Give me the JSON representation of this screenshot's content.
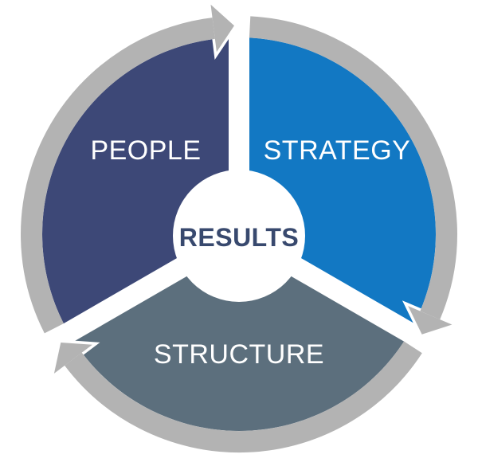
{
  "diagram": {
    "type": "cycle",
    "arrow_direction": "clockwise",
    "background_color": "#FFFFFF",
    "ring_color": "#B3B3B3",
    "gap_color": "#FFFFFF",
    "label_color": "#FFFFFF",
    "center": {
      "label": "RESULTS",
      "fill": "#FFFFFF",
      "text_color": "#38496E"
    },
    "segments": [
      {
        "label": "PEOPLE",
        "color": "#3D4877",
        "position": "top-left"
      },
      {
        "label": "STRATEGY",
        "color": "#1278C3",
        "position": "top-right"
      },
      {
        "label": "STRUCTURE",
        "color": "#5C6F7D",
        "position": "bottom"
      }
    ]
  }
}
